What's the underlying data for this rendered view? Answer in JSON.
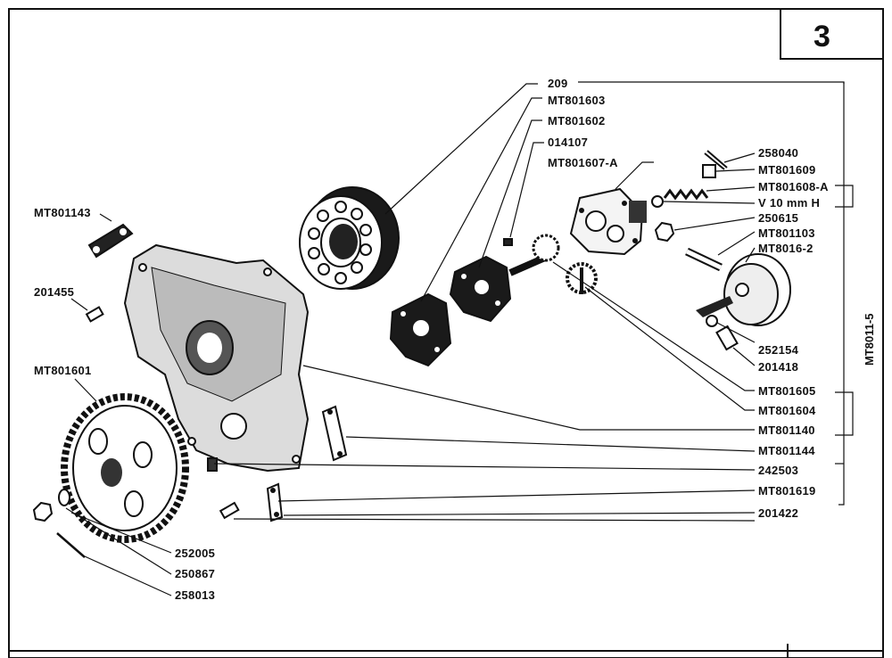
{
  "page": {
    "number": "3"
  },
  "assembly": {
    "code": "MT8011-5"
  },
  "callouts": {
    "c209": "209",
    "c801603": "MT801603",
    "c801602": "MT801602",
    "c014107": "014107",
    "c8016077": "MT801607-A",
    "c258040": "258040",
    "c801609": "MT801609",
    "c8016088": "MT801608-A",
    "cv10": "V 10 mm H",
    "c250615": "250615",
    "c801103": "MT801103",
    "c80162": "MT8016-2",
    "c252154": "252154",
    "c201418": "201418",
    "c801605": "MT801605",
    "c801604": "MT801604",
    "c801140": "MT801140",
    "c801144": "MT801144",
    "c242503": "242503",
    "c801619": "MT801619",
    "c201422": "201422",
    "c801143": "MT801143",
    "c201455": "201455",
    "c801601": "MT801601",
    "c252005": "252005",
    "c250867": "250867",
    "c258013": "258013"
  }
}
